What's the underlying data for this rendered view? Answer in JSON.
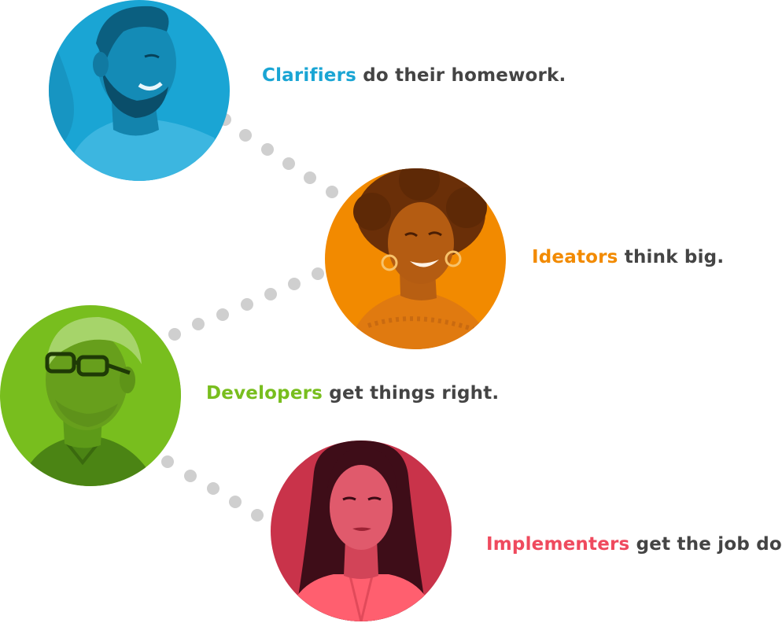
{
  "personas": [
    {
      "role": "Clarifiers",
      "tagline": " do their homework.",
      "color": "#1aa5d4",
      "dark": "#0d6f92",
      "portrait": "smiling-bearded-man-portrait"
    },
    {
      "role": "Ideators",
      "tagline": " think big.",
      "color": "#f28a00",
      "dark": "#a4500a",
      "portrait": "smiling-curly-haired-woman-portrait"
    },
    {
      "role": "Developers",
      "tagline": " get things right.",
      "color": "#78be1e",
      "dark": "#3f7010",
      "portrait": "gray-haired-man-with-glasses-portrait"
    },
    {
      "role": "Implementers",
      "tagline": " get the job done.",
      "color": "#ef4a5e",
      "dark": "#8e1c2c",
      "portrait": "long-haired-woman-portrait"
    }
  ],
  "text_color": "#444444",
  "connector_color": "#cfcfcf"
}
